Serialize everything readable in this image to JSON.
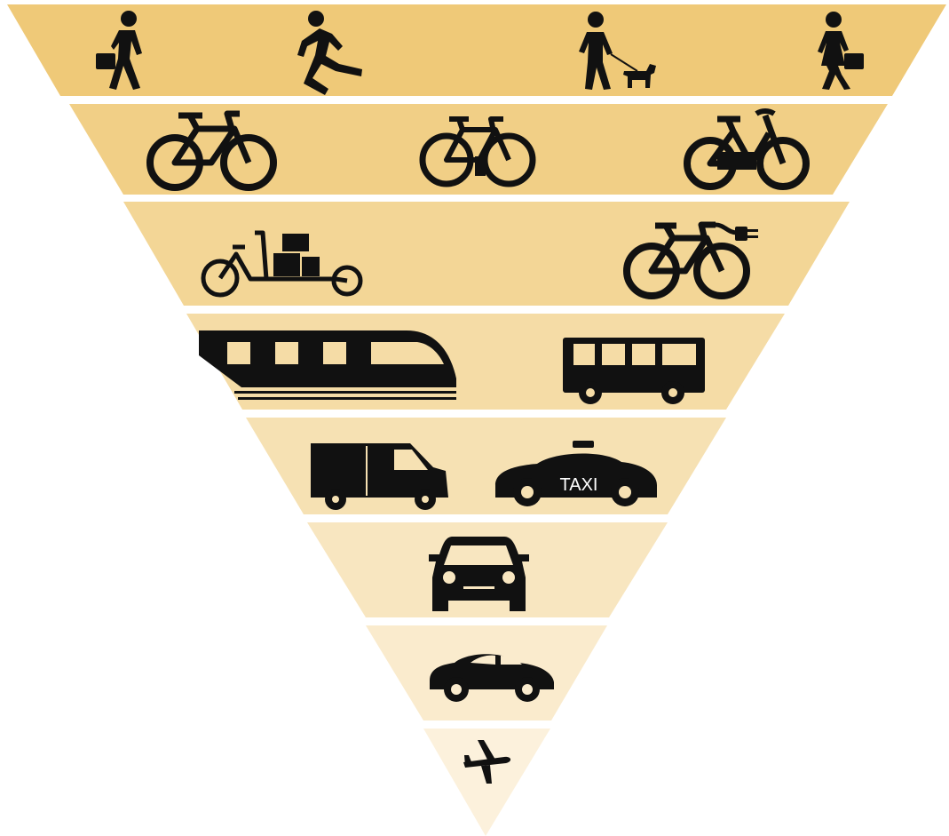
{
  "colors": {
    "band_1": "#efc978",
    "band_2": "#f1cf86",
    "band_3": "#f3d696",
    "band_4": "#f5dca6",
    "band_5": "#f6e1b3",
    "band_6": "#f8e6c0",
    "band_7": "#faebcd",
    "band_8": "#fcf1dc",
    "icon": "#111111",
    "taxi_text": "#ffffff"
  },
  "tiers": [
    {
      "name": "walking",
      "icons": [
        "walking-with-briefcase-icon",
        "running-icon",
        "walking-dog-icon",
        "woman-walking-with-bag-icon"
      ]
    },
    {
      "name": "cycling",
      "icons": [
        "bicycle-icon",
        "racing-bicycle-icon",
        "city-bicycle-icon"
      ]
    },
    {
      "name": "cargo-and-e-bikes",
      "icons": [
        "cargo-bike-icon",
        "e-bike-icon"
      ]
    },
    {
      "name": "public-transport",
      "icons": [
        "train-icon",
        "bus-icon"
      ]
    },
    {
      "name": "shared-vehicles",
      "icons": [
        "delivery-van-icon",
        "taxi-icon"
      ]
    },
    {
      "name": "car-front",
      "icons": [
        "car-front-icon"
      ]
    },
    {
      "name": "car-side",
      "icons": [
        "car-side-icon"
      ]
    },
    {
      "name": "air",
      "icons": [
        "airplane-icon"
      ]
    }
  ],
  "taxi": {
    "label": "TAXI"
  }
}
